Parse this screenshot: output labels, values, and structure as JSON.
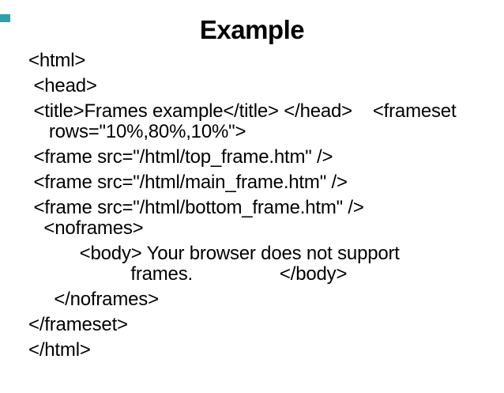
{
  "slide": {
    "title": "Example",
    "corner_accent_color": "#2E9EAE"
  },
  "code": {
    "paragraphs": [
      [
        "<html>"
      ],
      [
        " <head>"
      ],
      [
        " <title>Frames example</title> </head>    <frameset",
        "    rows=\"10%,80%,10%\">"
      ],
      [
        " <frame src=\"/html/top_frame.htm\" />"
      ],
      [
        " <frame src=\"/html/main_frame.htm\" />"
      ],
      [
        " <frame src=\"/html/bottom_frame.htm\" />",
        "   <noframes>"
      ],
      [
        "          <body> Your browser does not support",
        "                    frames.                 </body>"
      ],
      [
        "     </noframes>"
      ],
      [
        "</frameset>"
      ],
      [
        "</html>"
      ]
    ]
  }
}
